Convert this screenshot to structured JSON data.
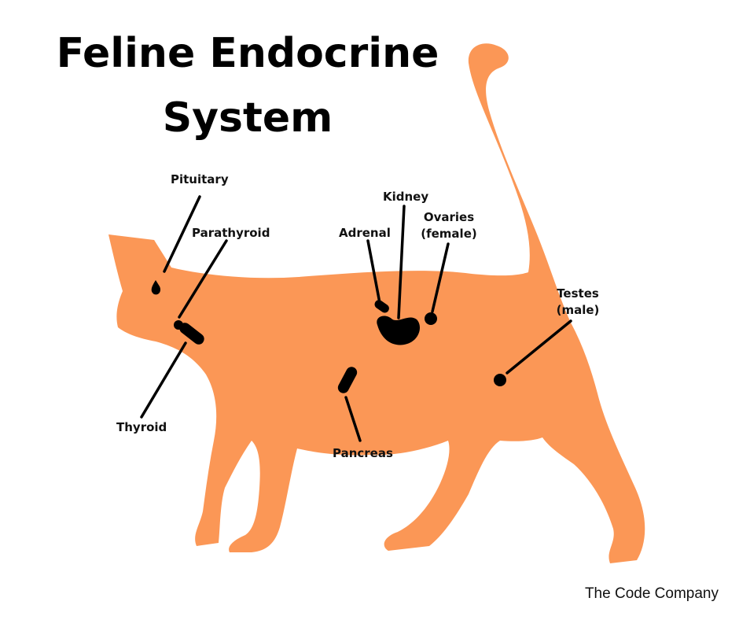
{
  "title": {
    "line1": "Feline Endocrine",
    "line2": "System"
  },
  "labels": {
    "pituitary": "Pituitary",
    "parathyroid": "Parathyroid",
    "thyroid": "Thyroid",
    "adrenal": "Adrenal",
    "kidney": "Kidney",
    "ovaries_line1": "Ovaries",
    "ovaries_line2": "(female)",
    "testes_line1": "Testes",
    "testes_line2": "(male)",
    "pancreas": "Pancreas"
  },
  "credit": "The Code Company",
  "colors": {
    "cat": "#fb9756",
    "organ": "#000000",
    "text": "#111111"
  }
}
